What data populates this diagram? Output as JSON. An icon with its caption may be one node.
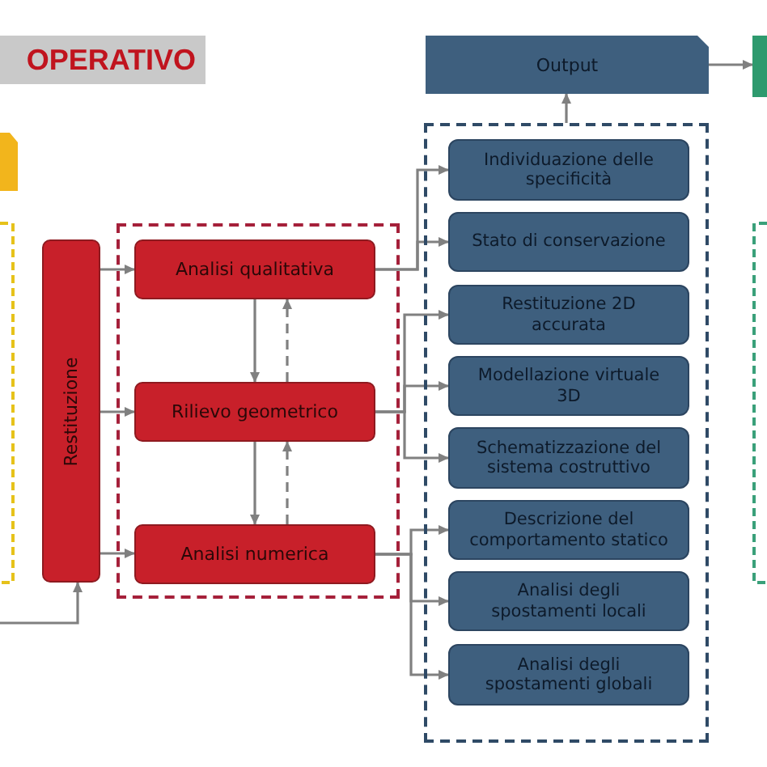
{
  "diagram": {
    "title": "OPERATIVO",
    "nodes": [
      {
        "text": [
          "Restituzione"
        ]
      },
      {
        "text": [],
        "shape": "box"
      },
      {
        "text": [
          "Analisi qualitativa"
        ],
        "in": 1
      },
      {
        "text": [
          "Rilievo geometrico"
        ],
        "in": 1
      },
      {
        "text": [
          "Analisi numerica"
        ],
        "in": 1
      },
      {
        "text": [
          "Output"
        ]
      },
      {
        "text": [],
        "shape": "box"
      },
      {
        "text": [],
        "shape": "box"
      },
      {
        "text": [
          "Individuazione delle specificità"
        ],
        "in": 7
      },
      {
        "text": [
          "Stato di conservazione"
        ],
        "in": 7
      },
      {
        "text": [
          "Restituzione 2D accurata"
        ],
        "in": 7
      },
      {
        "text": [
          "Modellazione virtuale 3D"
        ],
        "in": 7
      },
      {
        "text": [
          "Schematizzazione del sistema costruttivo"
        ],
        "in": 7
      },
      {
        "text": [
          "Descrizione del comportamento statico"
        ],
        "in": 7
      },
      {
        "text": [
          "Analisi degli spostamenti locali"
        ],
        "in": 7
      },
      {
        "text": [
          "Analisi degli spostamenti globali"
        ],
        "in": 7
      }
    ],
    "edges": [
      {
        "from": null,
        "to": 0,
        "arrow": "to"
      },
      {
        "from": 0,
        "to": 2,
        "arrow": "to"
      },
      {
        "from": 0,
        "to": 3,
        "arrow": "to"
      },
      {
        "from": 0,
        "to": 4,
        "arrow": "to"
      },
      {
        "from": 2,
        "to": 3,
        "arrow": "to"
      },
      {
        "from": 3,
        "to": 2,
        "arrow": "to",
        "style": "dashed"
      },
      {
        "from": 3,
        "to": 4,
        "arrow": "to"
      },
      {
        "from": 4,
        "to": 3,
        "arrow": "to",
        "style": "dashed"
      },
      {
        "from": 2,
        "to": 8,
        "arrow": "to"
      },
      {
        "from": 2,
        "to": 9,
        "arrow": "to"
      },
      {
        "from": 3,
        "to": 10,
        "arrow": "to"
      },
      {
        "from": 3,
        "to": 11,
        "arrow": "to"
      },
      {
        "from": 3,
        "to": 12,
        "arrow": "to"
      },
      {
        "from": 4,
        "to": 13,
        "arrow": "to"
      },
      {
        "from": 4,
        "to": 14,
        "arrow": "to"
      },
      {
        "from": 4,
        "to": 15,
        "arrow": "to"
      },
      {
        "from": 7,
        "to": 5,
        "arrow": "to"
      },
      {
        "from": 5,
        "to": 6,
        "arrow": "to"
      }
    ]
  }
}
